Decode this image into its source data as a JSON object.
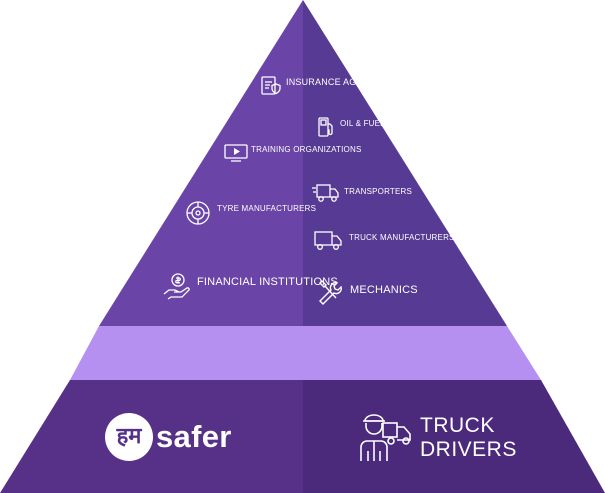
{
  "colors": {
    "triangle_left": "#6a44a6",
    "triangle_right": "#573a93",
    "band": "#b690f0",
    "base_left": "#563187",
    "base_right": "#4c2a7b",
    "text": "#ffffff"
  },
  "pyramid": {
    "items": [
      {
        "label": "INSURANCE AGENCIES",
        "icon": "insurance-document-icon"
      },
      {
        "label": "OIL & FUELS",
        "icon": "fuel-pump-icon"
      },
      {
        "label": "TRAINING ORGANIZATIONS",
        "icon": "video-play-icon"
      },
      {
        "label": "TRANSPORTERS",
        "icon": "fast-truck-icon"
      },
      {
        "label": "TYRE MANUFACTURERS",
        "icon": "tyre-icon"
      },
      {
        "label": "TRUCK MANUFACTURERS",
        "icon": "truck-icon"
      },
      {
        "label": "FINANCIAL INSTITUTIONS",
        "icon": "money-hand-icon"
      },
      {
        "label": "MECHANICS",
        "icon": "wrench-tools-icon"
      }
    ]
  },
  "base": {
    "logo_mark": "हम",
    "logo_word": "safer",
    "drivers_label": "TRUCK DRIVERS",
    "drivers_icon": "truck-driver-icon"
  }
}
